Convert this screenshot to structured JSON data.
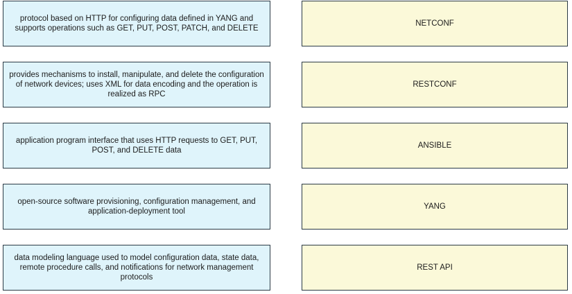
{
  "pairs": [
    {
      "description": "protocol based on HTTP for configuring data defined in YANG and supports operations such as GET, PUT, POST, PATCH, and DELETE",
      "term": "NETCONF"
    },
    {
      "description": "provides mechanisms to install, manipulate, and delete the configuration of network devices; uses XML for data encoding and the operation is realized as RPC",
      "term": "RESTCONF"
    },
    {
      "description": "application program interface that uses HTTP requests to GET, PUT, POST, and DELETE data",
      "term": "ANSIBLE"
    },
    {
      "description": "open-source software provisioning, configuration management, and application-deployment tool",
      "term": "YANG"
    },
    {
      "description": "data modeling language used to model configuration data, state data, remote procedure calls, and notifications for network management protocols",
      "term": "REST API"
    }
  ],
  "colors": {
    "description_fill": "#dff4fb",
    "term_fill": "#fbf9d9",
    "border": "#2b3a44"
  }
}
